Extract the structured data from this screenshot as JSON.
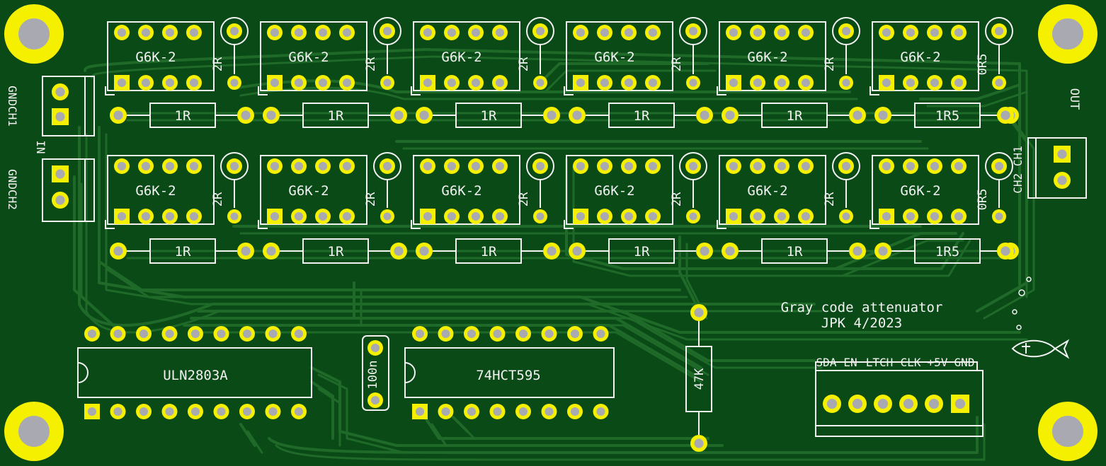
{
  "board": {
    "colors": {
      "substrate": "#0a4a17",
      "trace": "#1f6a28",
      "pad": "#f5f000",
      "drill": "#a9a9b2",
      "silk": "#f2f2f2",
      "hole_ring": "#d8d2a0"
    },
    "title": "Gray code attenuator",
    "subtitle": "JPK 4/2023",
    "relay_label": "G6K-2",
    "input": {
      "label": "IN",
      "ch1": "GNDCH1",
      "ch2": "GNDCH2"
    },
    "output": {
      "label": "OUT",
      "channels": "CH2 CH1"
    },
    "connector_pins": [
      "SDA",
      "EN",
      "LTCH",
      "CLK",
      "+5V",
      "GND"
    ],
    "shunt_values": [
      "2R",
      "2R",
      "2R",
      "2R",
      "2R",
      "0R5"
    ],
    "series_values": [
      "1R",
      "1R",
      "1R",
      "1R",
      "1R",
      "1R5"
    ],
    "ic1": "ULN2803A",
    "ic2": "74HCT595",
    "cap": "100n",
    "resistor": "47K",
    "logo": "fish-logo"
  }
}
